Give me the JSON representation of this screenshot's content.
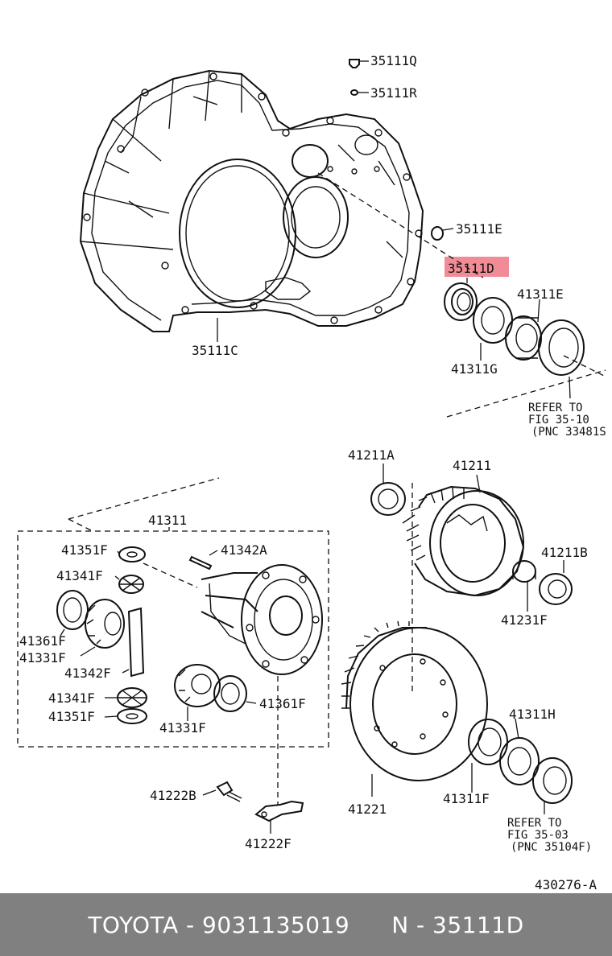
{
  "highlight": {
    "part_number": "35111D",
    "color": "#f08c96"
  },
  "labels": {
    "p35111Q": "35111Q",
    "p35111R": "35111R",
    "p35111E": "35111E",
    "p35111D": "35111D",
    "p35111C": "35111C",
    "p41311E": "41311E",
    "p41311G": "41311G",
    "refer1_line1": "REFER TO",
    "refer1_line2": "FIG 35-10",
    "refer1_line3": "(PNC 33481S",
    "p41211A": "41211A",
    "p41211": "41211",
    "p41211B": "41211B",
    "p41231F": "41231F",
    "p41311": "41311",
    "p41351F_a": "41351F",
    "p41342A": "41342A",
    "p41341F_a": "41341F",
    "p41361F_a": "41361F",
    "p41331F_a": "41331F",
    "p41342F": "41342F",
    "p41341F_b": "41341F",
    "p41351F_b": "41351F",
    "p41331F_b": "41331F",
    "p41361F_b": "41361F",
    "p41311H": "41311H",
    "p41221": "41221",
    "p41311F": "41311F",
    "refer2_line1": "REFER TO",
    "refer2_line2": "FIG 35-03",
    "refer2_line3": "(PNC 35104F)",
    "p41222B": "41222B",
    "p41222F": "41222F",
    "diagram_code": "430276-A"
  },
  "footer": {
    "brand_part": "TOYOTA - 9031135019",
    "pnc": "N - 35111D",
    "background": "#808080"
  }
}
